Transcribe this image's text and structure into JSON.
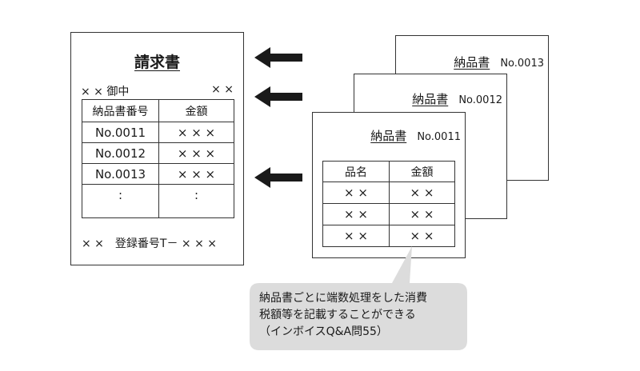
{
  "invoice": {
    "title": "請求書",
    "recipient": "× × 御中",
    "sender": "× ×",
    "headers": [
      "納品書番号",
      "金額"
    ],
    "rows": [
      [
        "No.0011",
        "× × ×"
      ],
      [
        "No.0012",
        "× × ×"
      ],
      [
        "No.0013",
        "× × ×"
      ],
      [
        ":",
        ":"
      ]
    ],
    "footer": "× ×　登録番号T－ × × ×"
  },
  "delivery_notes": [
    {
      "title": "納品書",
      "number": "No.0013"
    },
    {
      "title": "納品書",
      "number": "No.0012"
    },
    {
      "title": "納品書",
      "number": "No.0011"
    }
  ],
  "front_note_table": {
    "headers": [
      "品名",
      "金額"
    ],
    "rows": [
      [
        "× ×",
        "× ×"
      ],
      [
        "× ×",
        "× ×"
      ],
      [
        "× ×",
        "× ×"
      ]
    ]
  },
  "callout": {
    "lines": [
      "納品書ごとに端数処理をした消費",
      "税額等を記載することができる",
      "（インボイスQ&A問55）"
    ],
    "fill": "#dcdcdc"
  },
  "colors": {
    "line": "#333333",
    "arrow": "#1a1a1a"
  }
}
